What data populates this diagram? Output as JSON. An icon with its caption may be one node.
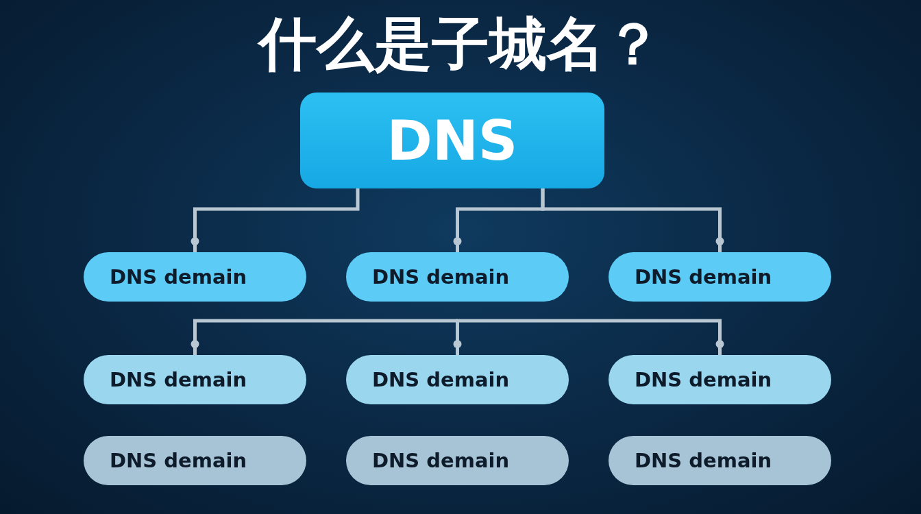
{
  "diagram": {
    "title": "什么是子城名？",
    "nodes": [
      {
        "text": [
          "DNS"
        ]
      },
      {
        "text": [
          "DNS demain"
        ]
      },
      {
        "text": [
          "DNS demain"
        ]
      },
      {
        "text": [
          "DNS demain"
        ]
      },
      {
        "text": [
          "DNS demain"
        ]
      },
      {
        "text": [
          "DNS demain"
        ]
      },
      {
        "text": [
          "DNS demain"
        ]
      },
      {
        "text": [
          "DNS demain"
        ]
      },
      {
        "text": [
          "DNS demain"
        ]
      },
      {
        "text": [
          "DNS demain"
        ]
      }
    ],
    "edges": [
      {
        "from": 0,
        "to": 1,
        "arrow": "other"
      },
      {
        "from": 0,
        "to": 2,
        "arrow": "other"
      },
      {
        "from": 0,
        "to": 3,
        "arrow": "other"
      },
      {
        "from": null,
        "to": 4,
        "arrow": "other"
      },
      {
        "from": null,
        "to": 5,
        "arrow": "other"
      },
      {
        "from": null,
        "to": 6,
        "arrow": "other"
      }
    ]
  }
}
